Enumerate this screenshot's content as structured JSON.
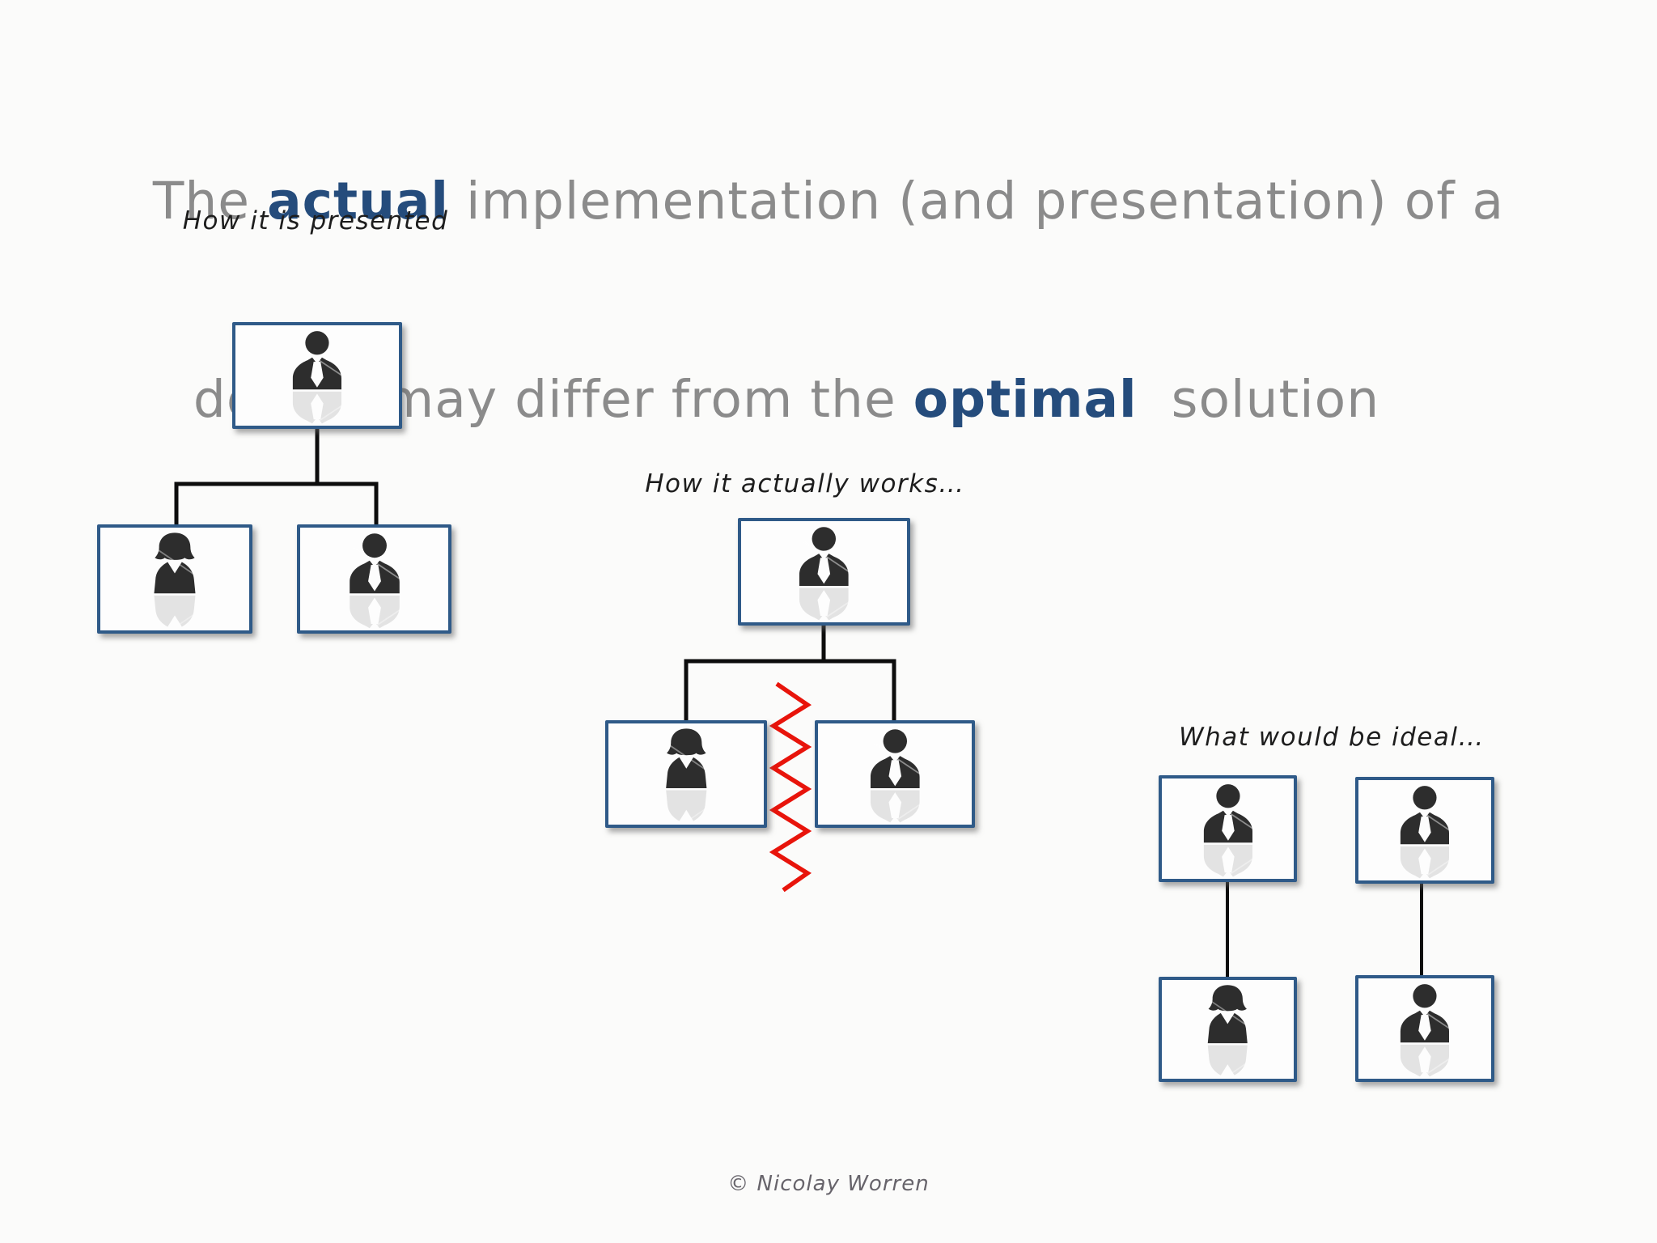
{
  "slide": {
    "title": {
      "line1": {
        "pre": "The ",
        "emphasis": "actual",
        "post": " implementation (and presentation) of a"
      },
      "line2": {
        "pre": "design may differ from the ",
        "emphasis": "optimal",
        "post": "  solution"
      }
    },
    "footer_copyright": "© Nicolay Worren"
  },
  "diagrams": {
    "presented": {
      "label": "How it is presented",
      "root_icon": "businessman-icon",
      "report_icons": [
        "businesswoman-icon",
        "businessman-icon"
      ]
    },
    "actual": {
      "label": "How it actually works…",
      "root_icon": "businessman-icon",
      "report_icons": [
        "businesswoman-icon",
        "businessman-icon"
      ],
      "divider_icon": "red-zigzag-conflict-line"
    },
    "ideal": {
      "label": "What would be ideal…",
      "pairs": [
        {
          "top_icon": "businessman-icon",
          "bottom_icon": "businesswoman-icon"
        },
        {
          "top_icon": "businessman-icon",
          "bottom_icon": "businessman-icon"
        }
      ]
    }
  },
  "colors": {
    "title_gray": "#8B8B8B",
    "title_emphasis_blue": "#254C7C",
    "box_border_blue": "#2F5A88",
    "icon_charcoal": "#2D2D2D",
    "connector_black": "#0D0D0D",
    "zigzag_red": "#E8140B",
    "background": "#FBFBFA"
  }
}
